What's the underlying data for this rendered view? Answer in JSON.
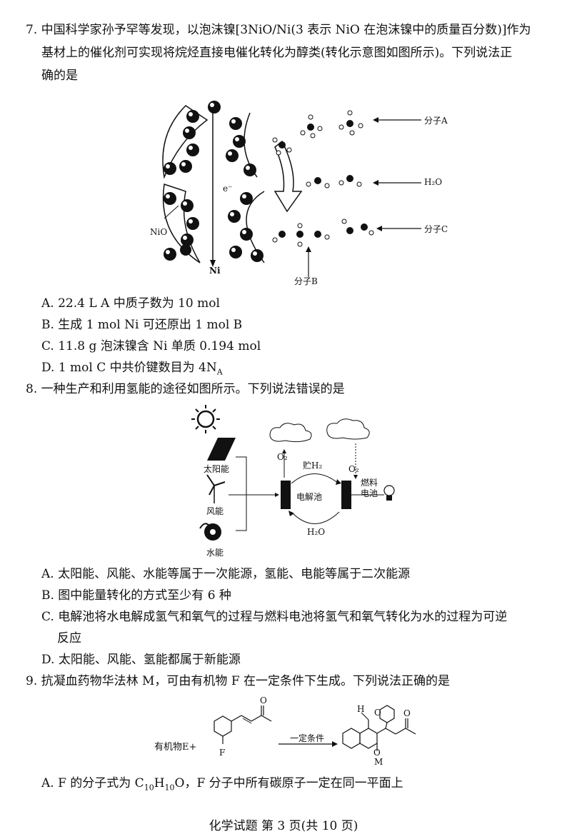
{
  "q7": {
    "line1": "7. 中国科学家孙予罕等发现，以泡沫镍[3NiO/Ni(3 表示 NiO 在泡沫镍中的质量百分数)]作为",
    "line2": "基材上的催化剂可实现将烷烃直接电催化转化为醇类(转化示意图如图所示)。下列说法正",
    "line3": "确的是",
    "figure": {
      "label_a": "分子A",
      "label_h2o": "H₂O",
      "label_c": "分子C",
      "label_b": "分子B",
      "label_nio": "NiO",
      "label_ni": "Ni",
      "label_e": "e⁻"
    },
    "options": {
      "a": "A. 22.4 L A 中质子数为 10 mol",
      "b": "B. 生成 1 mol Ni 可还原出 1 mol B",
      "c": "C. 11.8 g 泡沫镍含 Ni 单质 0.194 mol",
      "d": "D. 1 mol C 中共价键数目为 4N",
      "d_sub": "A"
    }
  },
  "q8": {
    "line1": "8. 一种生产和利用氢能的途径如图所示。下列说法错误的是",
    "figure": {
      "solar": "太阳能",
      "wind": "风能",
      "water": "水能",
      "electrolyzer": "电解池",
      "fuelcell_1": "燃料",
      "fuelcell_2": "电池",
      "store_h2": "贮H₂",
      "o2_left": "O₂",
      "o2_right": "O₂",
      "h2o": "H₂O"
    },
    "options": {
      "a": "A. 太阳能、风能、水能等属于一次能源，氢能、电能等属于二次能源",
      "b": "B. 图中能量转化的方式至少有 6 种",
      "c1": "C. 电解池将水电解成氢气和氧气的过程与燃料电池将氢气和氧气转化为水的过程为可逆",
      "c2": "反应",
      "d": "D. 太阳能、风能、氢能都属于新能源"
    }
  },
  "q9": {
    "line1": "9. 抗凝血药物华法林 M，可由有机物 F 在一定条件下生成。下列说法正确的是",
    "figure": {
      "reactant": "有机物E+",
      "f_label": "F",
      "condition": "一定条件",
      "m_label": "M",
      "o1": "O",
      "o2": "O",
      "o3": "O",
      "o4": "O",
      "h": "H"
    },
    "options": {
      "a_pre": "A. F 的分子式为 C",
      "a_s1": "10",
      "a_mid": "H",
      "a_s2": "10",
      "a_post": "O，F 分子中所有碳原子一定在同一平面上"
    }
  },
  "footer": "化学试题 第 3 页(共 10 页)"
}
